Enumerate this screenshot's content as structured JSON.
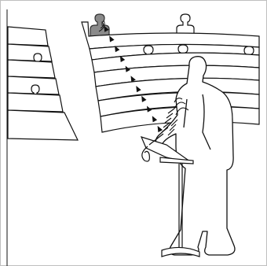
{
  "colors": {
    "line": "#111111",
    "fill": "#ffffff",
    "highlight_person": "#8a8a8a",
    "frame": "#bfbfbf"
  },
  "icons": {
    "listener": "listener-silhouette-icon",
    "speaker": "speaker-silhouette-icon",
    "microphone": "microphone-icon",
    "sound_waves": "sound-wave-icon",
    "signal": "arrow-path-icon"
  },
  "scene": {
    "left_section_rows": 5,
    "right_section_rows": 7,
    "signal_arrow_count": 11
  }
}
